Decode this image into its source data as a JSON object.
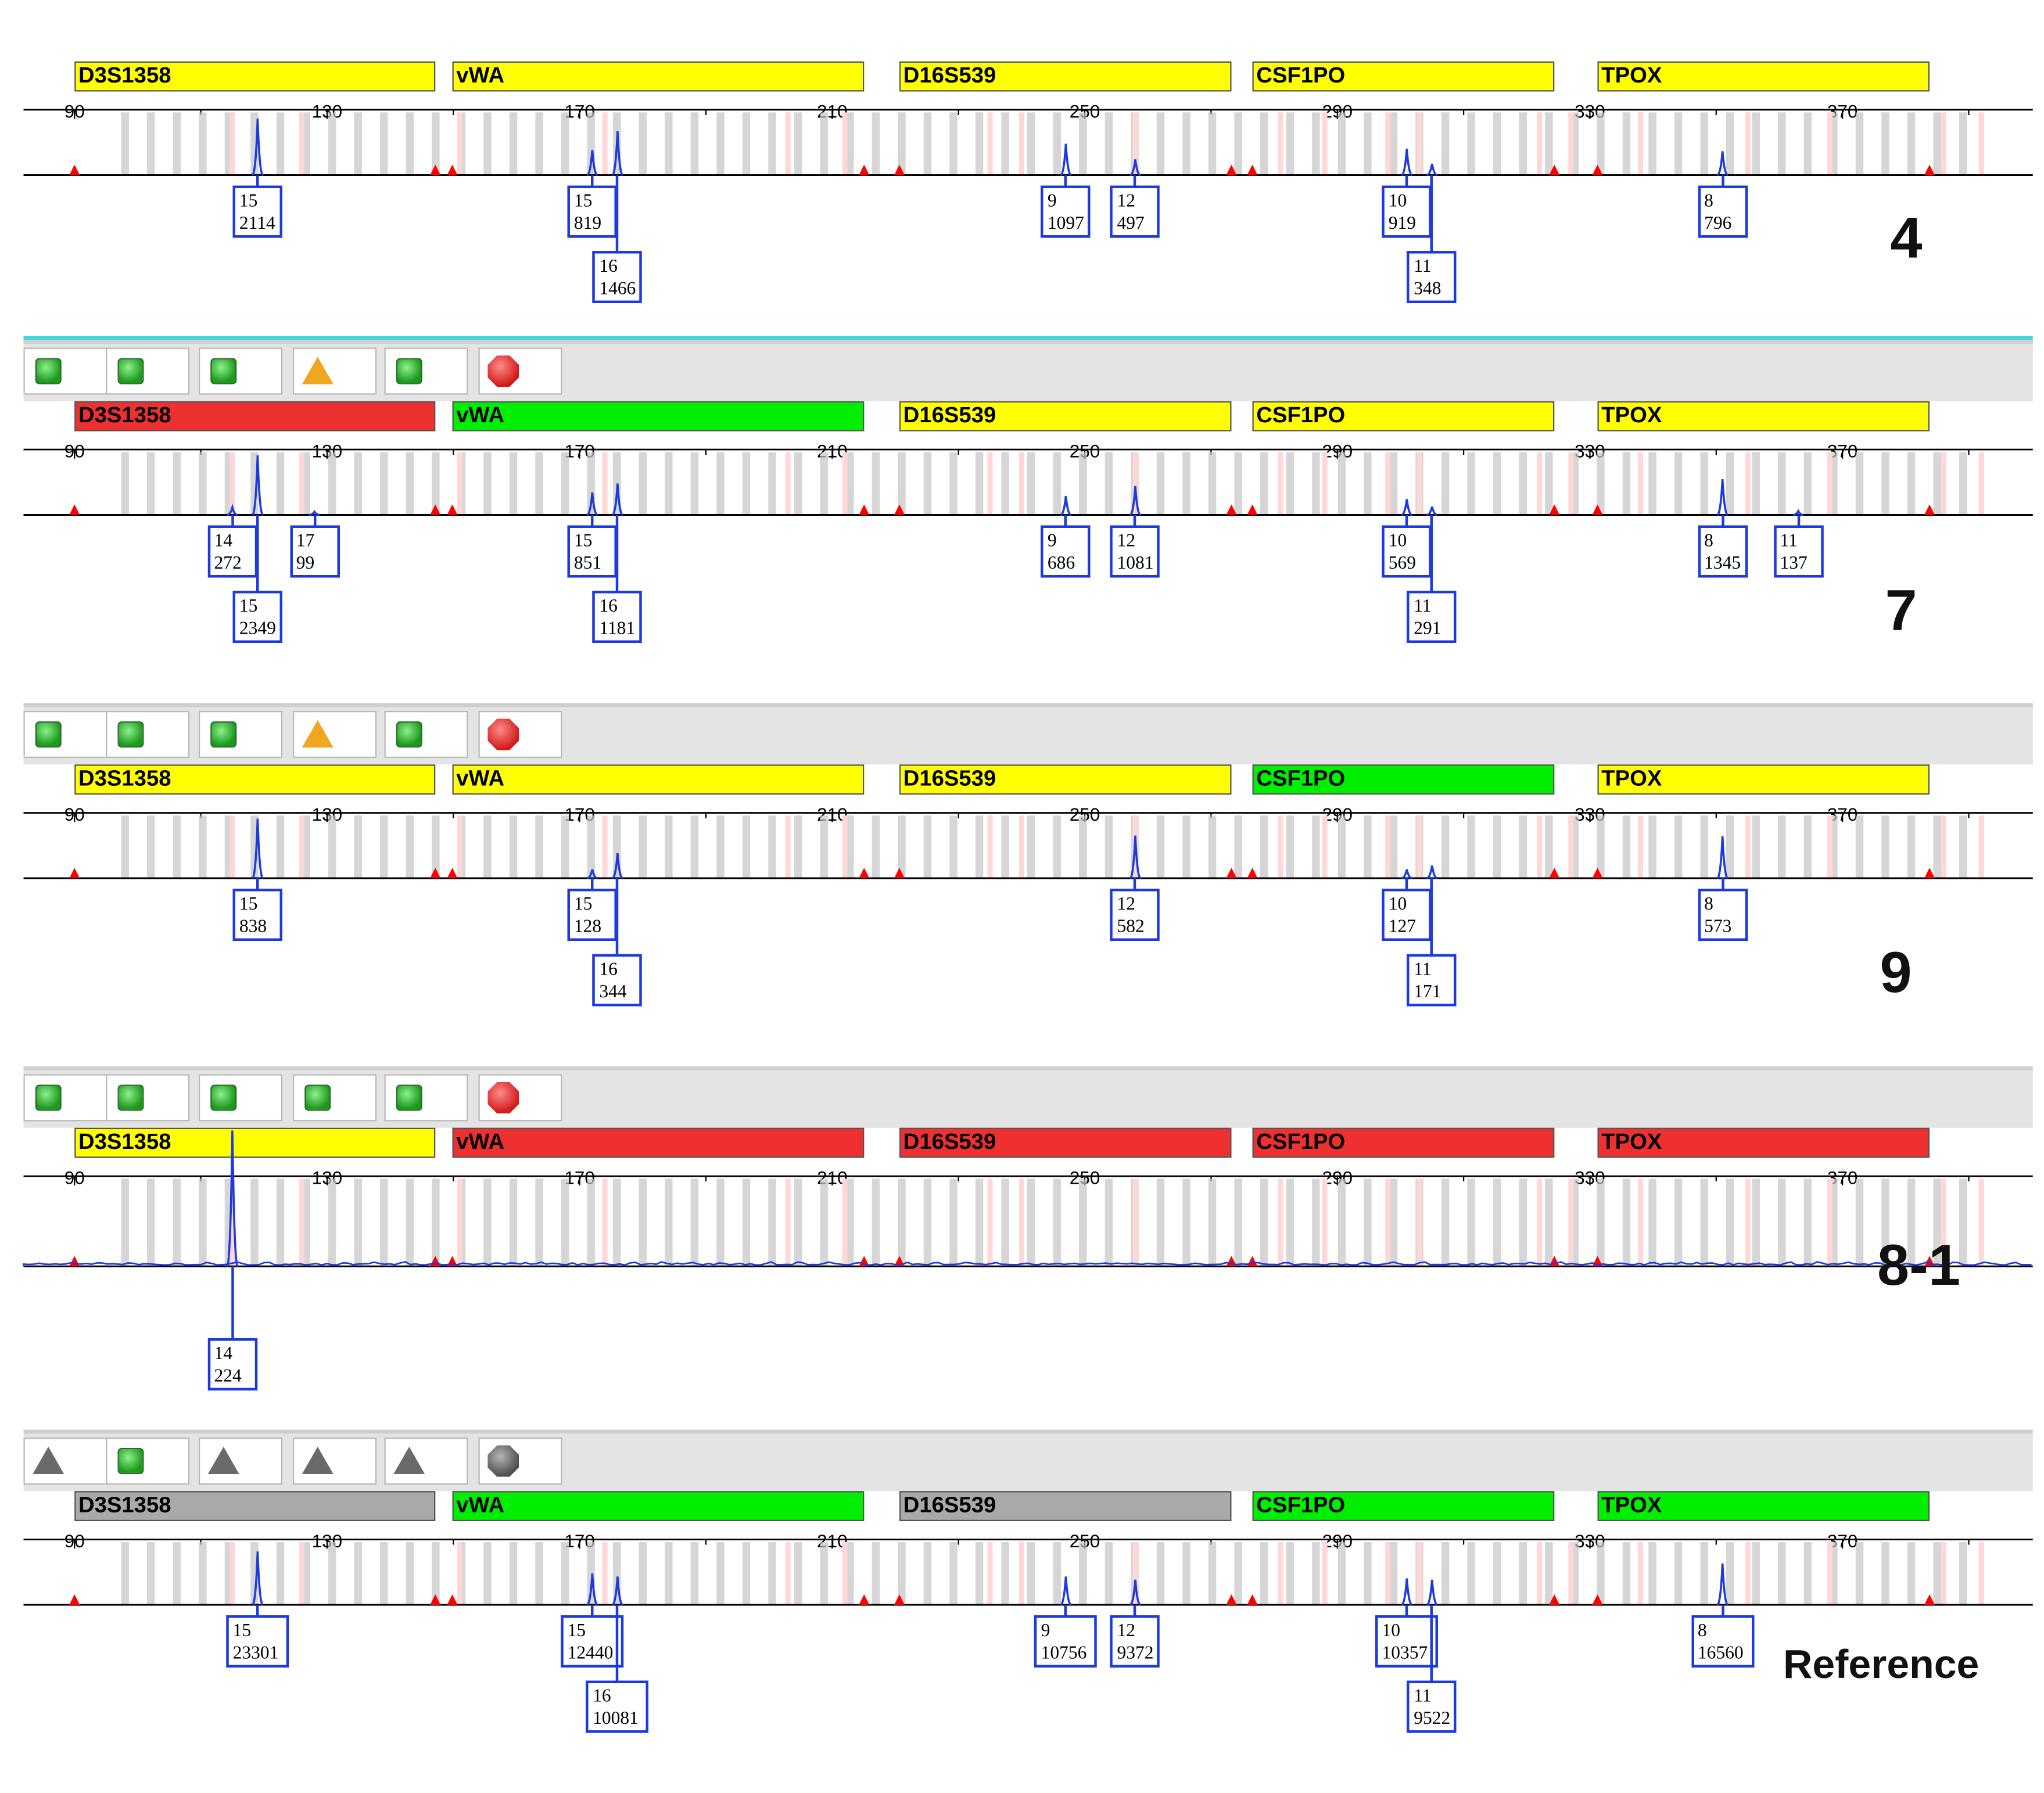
{
  "axis_ticks": [
    "90",
    "130",
    "170",
    "210",
    "250",
    "290",
    "330",
    "370"
  ],
  "panels": [
    {
      "id": "p4",
      "sample_label": "4",
      "show_toolbar": false,
      "top_toolbar": false,
      "toolbar_icons": [],
      "loci": [
        {
          "name": "D3S1358",
          "color": "yellow"
        },
        {
          "name": "vWA",
          "color": "yellow"
        },
        {
          "name": "D16S539",
          "color": "yellow"
        },
        {
          "name": "CSF1PO",
          "color": "yellow"
        },
        {
          "name": "TPOX",
          "color": "yellow"
        }
      ],
      "alleles": [
        {
          "allele": "15",
          "height": "2114",
          "size": 119,
          "row": 0,
          "peak": 0.9
        },
        {
          "allele": "15",
          "height": "819",
          "size": 172,
          "row": 0,
          "peak": 0.4
        },
        {
          "allele": "16",
          "height": "1466",
          "size": 176,
          "row": 1,
          "peak": 0.7
        },
        {
          "allele": "9",
          "height": "1097",
          "size": 247,
          "row": 0,
          "peak": 0.5
        },
        {
          "allele": "12",
          "height": "497",
          "size": 258,
          "row": 0,
          "peak": 0.25
        },
        {
          "allele": "10",
          "height": "919",
          "size": 301,
          "row": 0,
          "peak": 0.42
        },
        {
          "allele": "11",
          "height": "348",
          "size": 305,
          "row": 1,
          "peak": 0.18
        },
        {
          "allele": "8",
          "height": "796",
          "size": 351,
          "row": 0,
          "peak": 0.38
        }
      ]
    },
    {
      "id": "p7",
      "sample_label": "7",
      "show_toolbar": true,
      "top_toolbar": true,
      "toolbar_icons": [
        "square-green",
        "square-green",
        "square-green",
        "triangle-orange",
        "square-green",
        "octagon-red"
      ],
      "loci": [
        {
          "name": "D3S1358",
          "color": "red"
        },
        {
          "name": "vWA",
          "color": "green"
        },
        {
          "name": "D16S539",
          "color": "yellow"
        },
        {
          "name": "CSF1PO",
          "color": "yellow"
        },
        {
          "name": "TPOX",
          "color": "yellow"
        }
      ],
      "alleles": [
        {
          "allele": "14",
          "height": "272",
          "size": 115,
          "row": 0,
          "peak": 0.12
        },
        {
          "allele": "15",
          "height": "2349",
          "size": 119,
          "row": 1,
          "peak": 0.95
        },
        {
          "allele": "17",
          "height": "99",
          "size": 128,
          "row": 0,
          "peak": 0.05
        },
        {
          "allele": "15",
          "height": "851",
          "size": 172,
          "row": 0,
          "peak": 0.36
        },
        {
          "allele": "16",
          "height": "1181",
          "size": 176,
          "row": 1,
          "peak": 0.5
        },
        {
          "allele": "9",
          "height": "686",
          "size": 247,
          "row": 0,
          "peak": 0.3
        },
        {
          "allele": "12",
          "height": "1081",
          "size": 258,
          "row": 0,
          "peak": 0.46
        },
        {
          "allele": "10",
          "height": "569",
          "size": 301,
          "row": 0,
          "peak": 0.25
        },
        {
          "allele": "11",
          "height": "291",
          "size": 305,
          "row": 1,
          "peak": 0.13
        },
        {
          "allele": "8",
          "height": "1345",
          "size": 351,
          "row": 0,
          "peak": 0.57
        },
        {
          "allele": "11",
          "height": "137",
          "size": 363,
          "row": 0,
          "peak": 0.06
        }
      ]
    },
    {
      "id": "p9",
      "sample_label": "9",
      "show_toolbar": true,
      "top_toolbar": false,
      "toolbar_icons": [
        "square-green",
        "square-green",
        "square-green",
        "triangle-orange",
        "square-green",
        "octagon-red"
      ],
      "loci": [
        {
          "name": "D3S1358",
          "color": "yellow"
        },
        {
          "name": "vWA",
          "color": "yellow"
        },
        {
          "name": "D16S539",
          "color": "yellow"
        },
        {
          "name": "CSF1PO",
          "color": "green"
        },
        {
          "name": "TPOX",
          "color": "yellow"
        }
      ],
      "alleles": [
        {
          "allele": "15",
          "height": "838",
          "size": 119,
          "row": 0,
          "peak": 0.95
        },
        {
          "allele": "15",
          "height": "128",
          "size": 172,
          "row": 0,
          "peak": 0.14
        },
        {
          "allele": "16",
          "height": "344",
          "size": 176,
          "row": 1,
          "peak": 0.4
        },
        {
          "allele": "12",
          "height": "582",
          "size": 258,
          "row": 0,
          "peak": 0.68
        },
        {
          "allele": "10",
          "height": "127",
          "size": 301,
          "row": 0,
          "peak": 0.14
        },
        {
          "allele": "11",
          "height": "171",
          "size": 305,
          "row": 1,
          "peak": 0.2
        },
        {
          "allele": "8",
          "height": "573",
          "size": 351,
          "row": 0,
          "peak": 0.67
        }
      ]
    },
    {
      "id": "p81",
      "sample_label": "8-1",
      "show_toolbar": true,
      "top_toolbar": false,
      "noisy": true,
      "toolbar_icons": [
        "square-green",
        "square-green",
        "square-green",
        "square-green",
        "square-green",
        "octagon-red"
      ],
      "loci": [
        {
          "name": "D3S1358",
          "color": "yellow"
        },
        {
          "name": "vWA",
          "color": "red"
        },
        {
          "name": "D16S539",
          "color": "red"
        },
        {
          "name": "CSF1PO",
          "color": "red"
        },
        {
          "name": "TPOX",
          "color": "red"
        }
      ],
      "alleles": [
        {
          "allele": "14",
          "height": "224",
          "size": 115,
          "row": 0,
          "peak": 1.55
        }
      ]
    },
    {
      "id": "pref",
      "sample_label": "Reference",
      "show_toolbar": true,
      "top_toolbar": false,
      "toolbar_icons": [
        "triangle-grey",
        "square-green",
        "triangle-grey",
        "triangle-grey",
        "triangle-grey",
        "octagon-grey"
      ],
      "loci": [
        {
          "name": "D3S1358",
          "color": "grey"
        },
        {
          "name": "vWA",
          "color": "green"
        },
        {
          "name": "D16S539",
          "color": "grey"
        },
        {
          "name": "CSF1PO",
          "color": "green"
        },
        {
          "name": "TPOX",
          "color": "green"
        }
      ],
      "alleles": [
        {
          "allele": "15",
          "height": "23301",
          "size": 119,
          "row": 0,
          "peak": 0.85
        },
        {
          "allele": "15",
          "height": "12440",
          "size": 172,
          "row": 0,
          "peak": 0.5
        },
        {
          "allele": "16",
          "height": "10081",
          "size": 176,
          "row": 1,
          "peak": 0.45
        },
        {
          "allele": "9",
          "height": "10756",
          "size": 247,
          "row": 0,
          "peak": 0.45
        },
        {
          "allele": "12",
          "height": "9372",
          "size": 258,
          "row": 0,
          "peak": 0.4
        },
        {
          "allele": "10",
          "height": "10357",
          "size": 301,
          "row": 0,
          "peak": 0.42
        },
        {
          "allele": "11",
          "height": "9522",
          "size": 305,
          "row": 1,
          "peak": 0.4
        },
        {
          "allele": "8",
          "height": "16560",
          "size": 351,
          "row": 0,
          "peak": 0.66
        }
      ]
    }
  ]
}
